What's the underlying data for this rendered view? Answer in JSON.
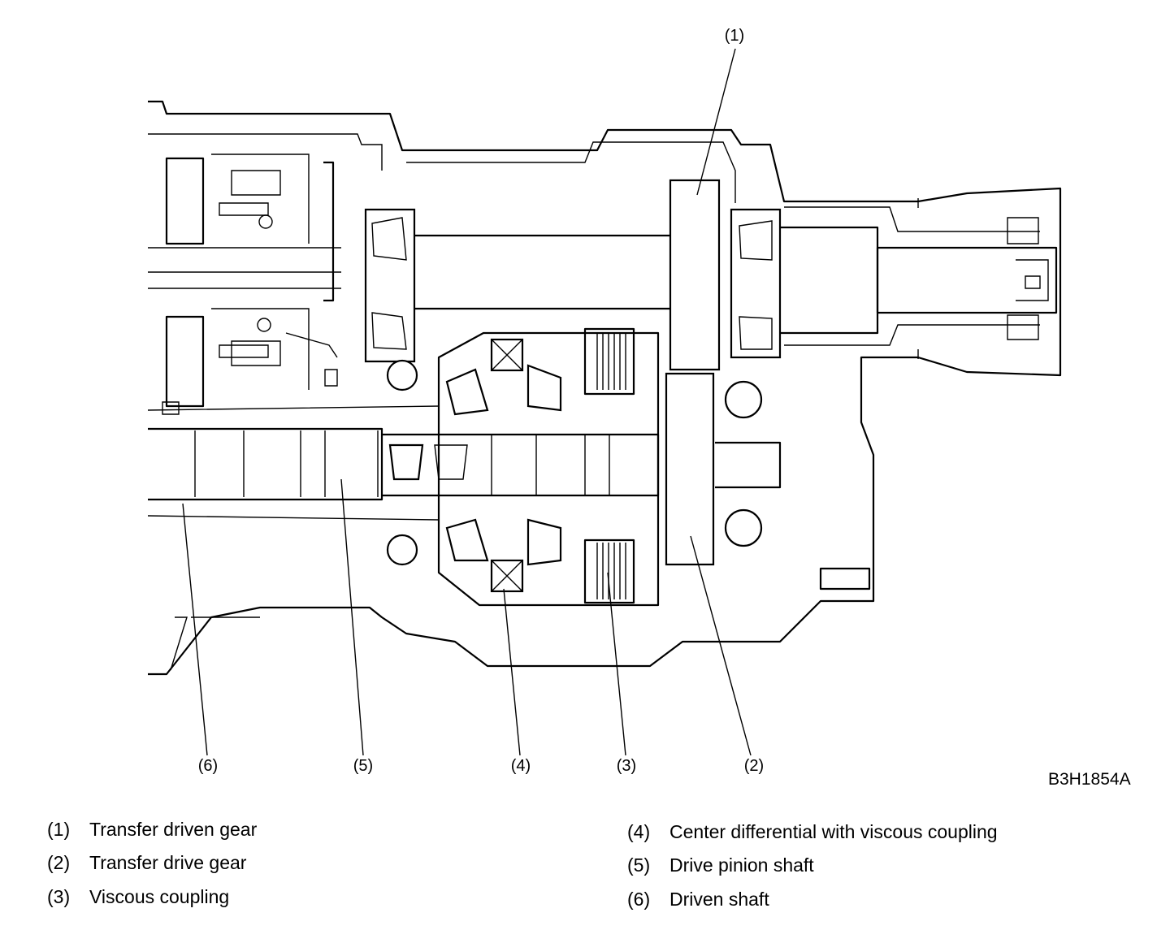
{
  "drawing_code": "B3H1854A",
  "callouts": [
    {
      "num": "(1)"
    },
    {
      "num": "(2)"
    },
    {
      "num": "(3)"
    },
    {
      "num": "(4)"
    },
    {
      "num": "(5)"
    },
    {
      "num": "(6)"
    }
  ],
  "legend": [
    {
      "num": "(1)",
      "label": "Transfer driven gear"
    },
    {
      "num": "(2)",
      "label": "Transfer drive gear"
    },
    {
      "num": "(3)",
      "label": "Viscous coupling"
    },
    {
      "num": "(4)",
      "label": "Center differential with viscous coupling"
    },
    {
      "num": "(5)",
      "label": "Drive pinion shaft"
    },
    {
      "num": "(6)",
      "label": "Driven shaft"
    }
  ]
}
